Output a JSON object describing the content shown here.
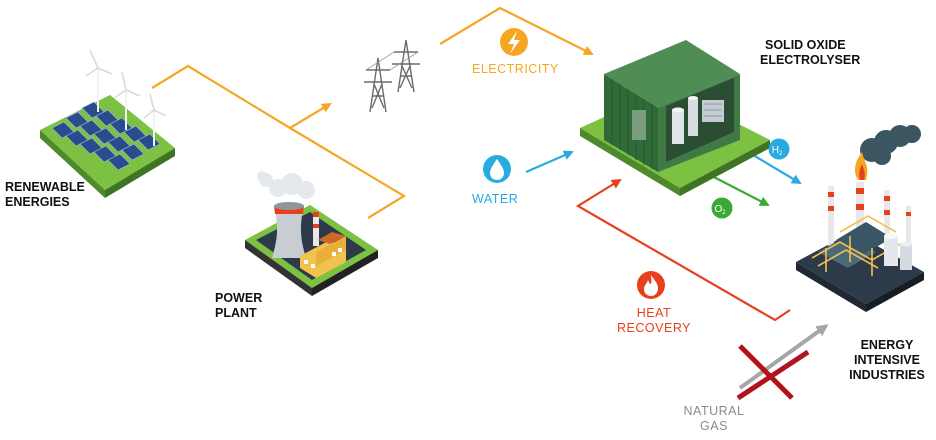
{
  "labels": {
    "renewable_line1": "RENEWABLE",
    "renewable_line2": "ENERGIES",
    "power_line1": "POWER",
    "power_line2": "PLANT",
    "soe_line1": "SOLID OXIDE",
    "soe_line2": "ELECTROLYSER",
    "electricity": "ELECTRICITY",
    "water": "WATER",
    "heat_line1": "HEAT",
    "heat_line2": "RECOVERY",
    "industry_line1": "ENERGY",
    "industry_line2": "INTENSIVE",
    "industry_line3": "INDUSTRIES",
    "gas_line1": "NATURAL",
    "gas_line2": "GAS",
    "h2": "H",
    "h2_sub": "2",
    "o2": "O",
    "o2_sub": "2"
  },
  "colors": {
    "electricity": "#f5a623",
    "water": "#29abe2",
    "heat": "#e8401c",
    "oxygen": "#3aaa35",
    "gas": "#a6a6a6",
    "cross": "#b1121b",
    "container": "#3f7a46",
    "ground": "#7dc142"
  },
  "icons": {
    "electricity": "lightning-bolt-icon",
    "water": "water-drop-icon",
    "heat": "flame-icon"
  }
}
